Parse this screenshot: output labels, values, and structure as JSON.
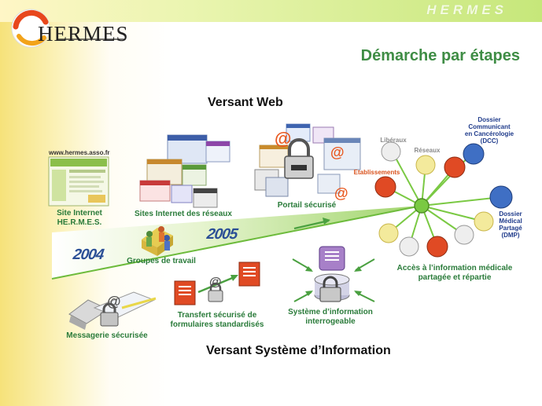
{
  "topbar": {
    "brand": "HERMES"
  },
  "logo": {
    "text": "HERMES"
  },
  "slide_title": "Démarche par étapes",
  "sections": {
    "web": "Versant Web",
    "si": "Versant Système d’Information"
  },
  "years": [
    "2004",
    "2005"
  ],
  "url": "www.hermes.asso.fr",
  "items": {
    "site_internet": "Site Internet\nHE.R.M.E.S.",
    "sites_reseaux": "Sites Internet des réseaux",
    "portail": "Portail sécurisé",
    "groupes": "Groupes de travail",
    "messagerie": "Messagerie sécurisée",
    "transfert": "Transfert sécurisé de\nformulaires standardisés",
    "systeme": "Système d’information\ninterrogeable",
    "acces": "Accès à l’information médicale\npartagée et répartie"
  },
  "hub": {
    "liberaux": "Libéraux",
    "reseaux": "Réseaux",
    "etablissements": "Etablissements",
    "dcc": "Dossier\nCommunicant\nen Cancérologie\n(DCC)",
    "dmp": "Dossier\nMédical\nPartagé\n(DMP)"
  },
  "colors": {
    "title_green": "#3f8d45",
    "label_green": "#2a7b3a",
    "label_blue": "#263f78",
    "hub_green": "#7ac943"
  }
}
